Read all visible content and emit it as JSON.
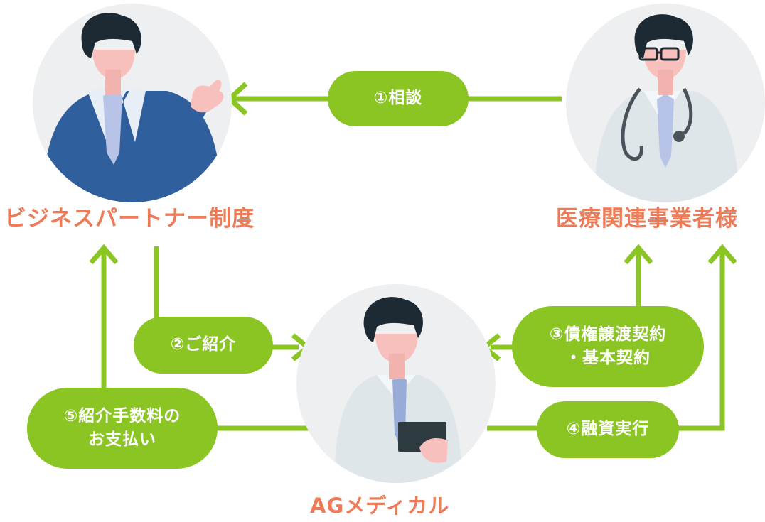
{
  "parties": {
    "business_partner": "ビジネスパートナー制度",
    "medical_provider": "医療関連事業者様",
    "ag_medical": "AGメディカル"
  },
  "steps": {
    "step1": "①相談",
    "step2": "②ご紹介",
    "step3_line1": "③債権譲渡契約",
    "step3_line2": "・基本契約",
    "step4": "④融資実行",
    "step5_line1": "⑤紹介手数料の",
    "step5_line2": "お支払い"
  },
  "colors": {
    "flow_green": "#8bc524",
    "label_orange": "#ee7b57",
    "circle_gray": "#eeeff0"
  }
}
